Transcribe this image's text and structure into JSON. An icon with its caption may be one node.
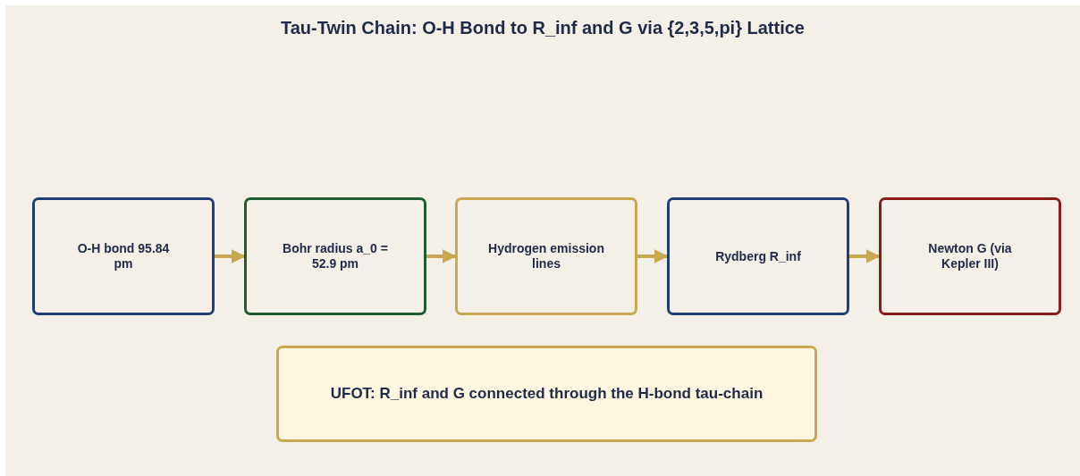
{
  "diagram": {
    "title": "Tau-Twin Chain: O-H Bond to R_inf and G via {2,3,5,pi} Lattice",
    "nodes": [
      {
        "text": [
          "O-H bond 95.84 pm"
        ]
      },
      {
        "text": [
          "Bohr radius a_0 = 52.9 pm"
        ]
      },
      {
        "text": [
          "Hydrogen emission lines"
        ]
      },
      {
        "text": [
          "Rydberg R_inf"
        ]
      },
      {
        "text": [
          "Newton G (via Kepler III)"
        ]
      },
      {
        "text": [
          "UFOT: R_inf and G connected through the H-bond tau-chain"
        ]
      }
    ],
    "edges": [
      {
        "from": 0,
        "to": 1,
        "arrow": "to"
      },
      {
        "from": 1,
        "to": 2,
        "arrow": "to"
      },
      {
        "from": 2,
        "to": 3,
        "arrow": "to"
      },
      {
        "from": 3,
        "to": 4,
        "arrow": "to"
      }
    ]
  }
}
